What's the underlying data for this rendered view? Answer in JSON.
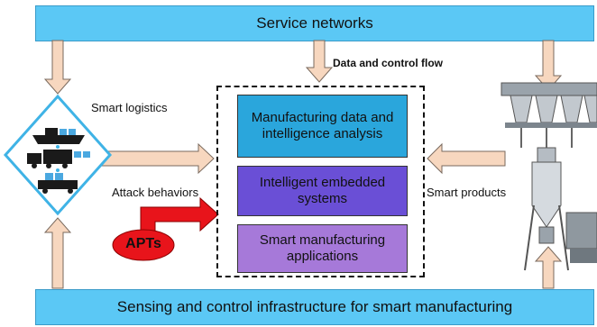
{
  "top_bar": {
    "label": "Service networks"
  },
  "bottom_bar": {
    "label": "Sensing and control infrastructure for smart manufacturing"
  },
  "flow_label": "Data and control flow",
  "boxes": [
    {
      "label": "Manufacturing data and intelligence analysis"
    },
    {
      "label": "Intelligent embedded systems"
    },
    {
      "label": "Smart manufacturing applications"
    }
  ],
  "left": {
    "label": "Smart logistics"
  },
  "right": {
    "label": "Smart products"
  },
  "attack": {
    "label": "Attack behaviors",
    "badge": "APTs"
  },
  "colors": {
    "bar": "#5bc8f5",
    "box_analysis": "#2aa6dc",
    "box_embedded": "#6a4fd6",
    "box_apps": "#a679d9",
    "arrow_fill": "#f7d7bf",
    "attack_red": "#e8141b"
  }
}
